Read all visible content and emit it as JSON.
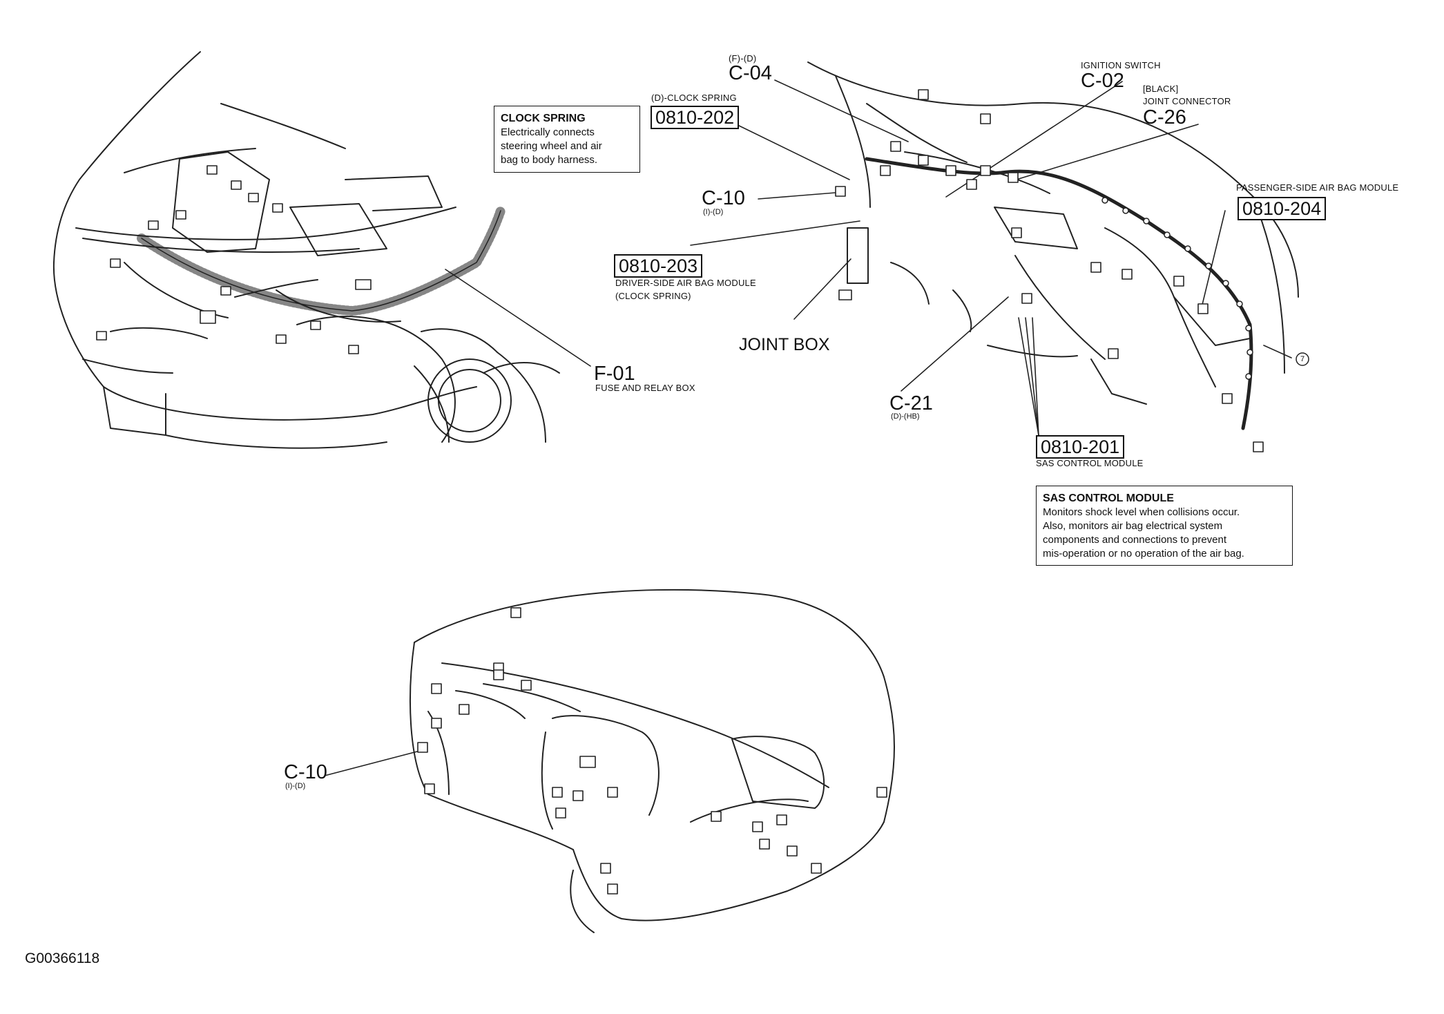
{
  "figure_id": "G00366118",
  "callouts": {
    "c04": {
      "sub": "(F)-(D)",
      "code": "C-04"
    },
    "clock_spring_label": "(D)-CLOCK SPRING",
    "box_0810_202": "0810-202",
    "c10_top": {
      "code": "C-10",
      "sub": "(I)-(D)"
    },
    "box_0810_203": "0810-203",
    "driver_module": [
      "DRIVER-SIDE AIR BAG MODULE",
      "(CLOCK SPRING)"
    ],
    "joint_box": "JOINT BOX",
    "f01": {
      "code": "F-01",
      "sub": "FUSE AND RELAY BOX"
    },
    "ignition": {
      "sub": "IGNITION SWITCH",
      "code": "C-02"
    },
    "c26": {
      "sub1": "[BLACK]",
      "sub2": "JOINT CONNECTOR",
      "code": "C-26"
    },
    "passenger": {
      "label": "PASSENGER-SIDE AIR BAG MODULE",
      "box": "0810-204"
    },
    "circle_ref": "7",
    "c21": {
      "code": "C-21",
      "sub": "(D)-(HB)"
    },
    "sas": {
      "box": "0810-201",
      "label": "SAS CONTROL MODULE"
    },
    "c10_bottom": {
      "code": "C-10",
      "sub": "(I)-(D)"
    }
  },
  "info_boxes": {
    "clock_spring": {
      "title": "CLOCK SPRING",
      "lines": [
        "Electrically connects",
        "steering wheel and air",
        "bag to body harness."
      ]
    },
    "sas_module": {
      "title": "SAS CONTROL MODULE",
      "lines": [
        "Monitors shock level when collisions occur.",
        "Also, monitors air bag electrical system",
        "components and connections to prevent",
        "mis-operation or no operation of the air bag."
      ]
    }
  }
}
